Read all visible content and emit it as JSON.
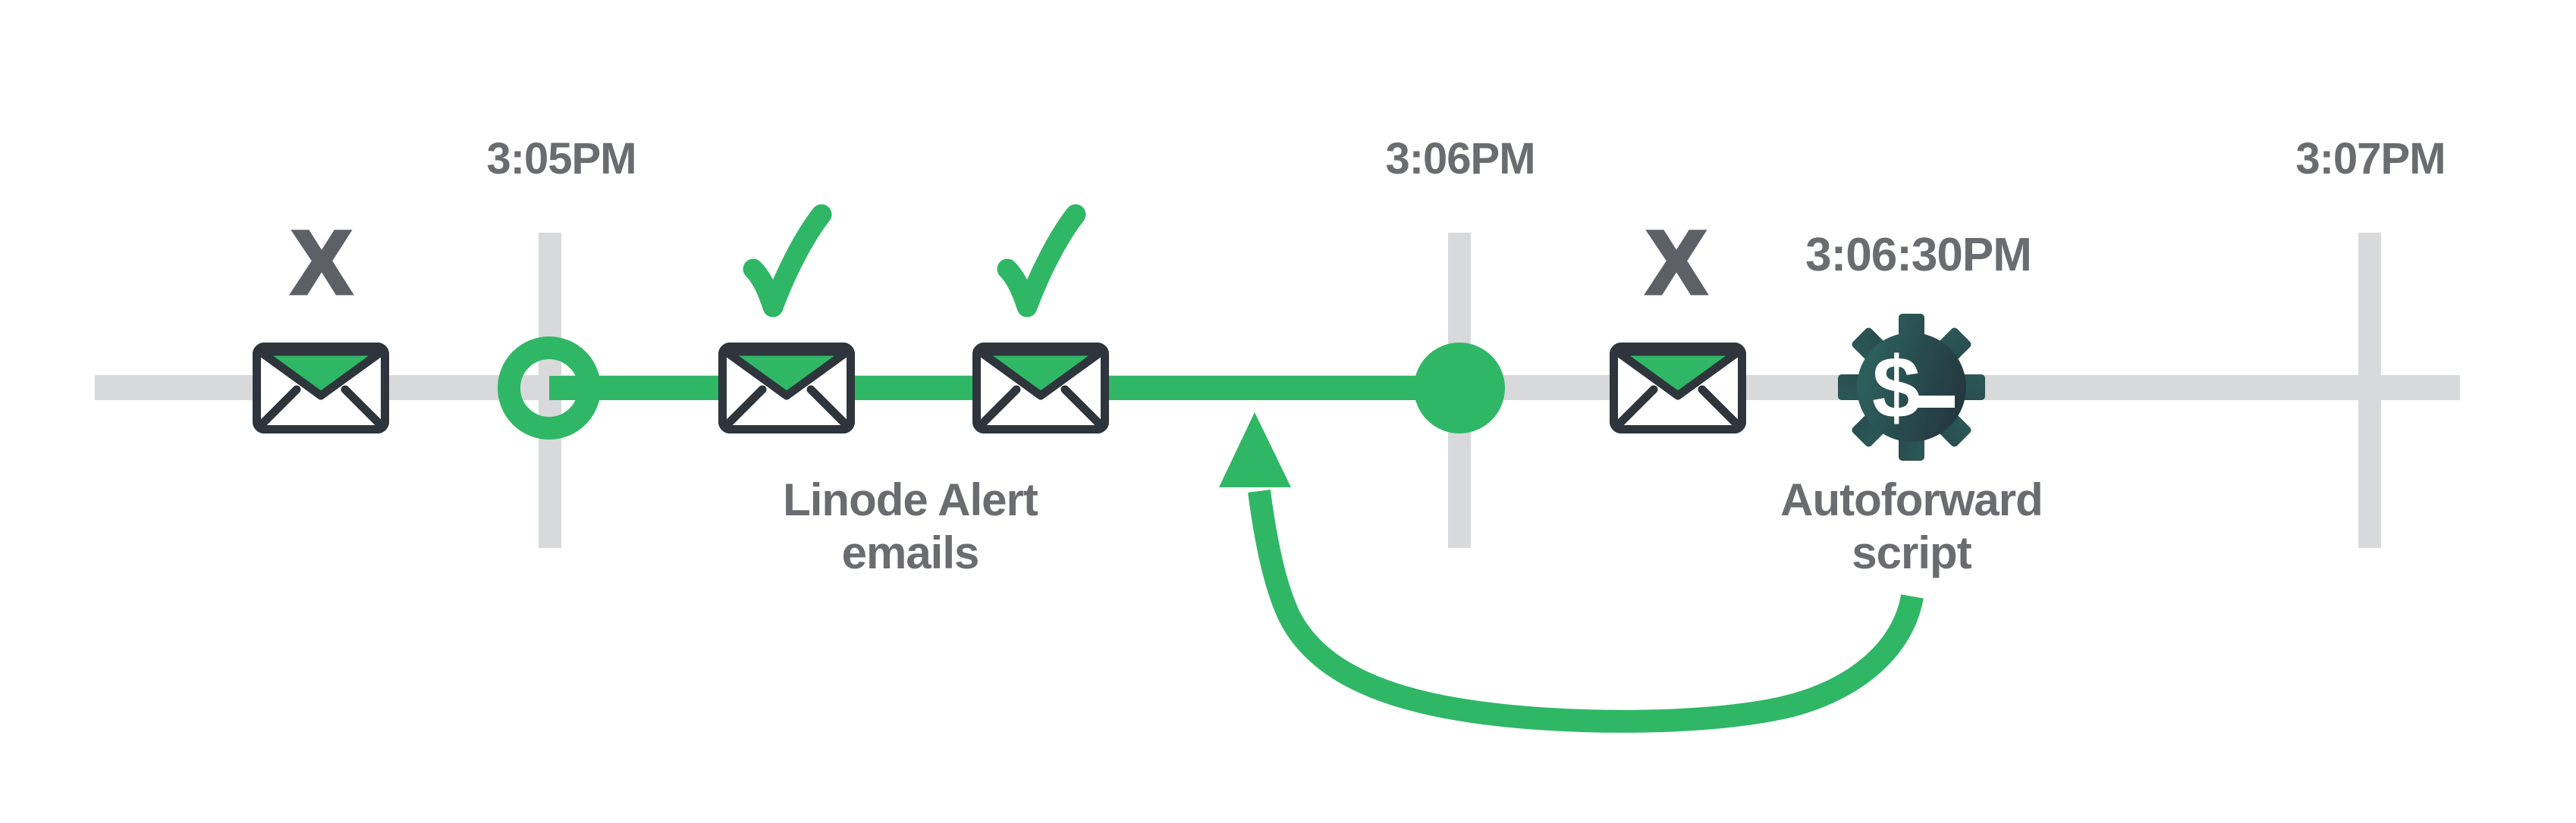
{
  "title": "Linode Alert email autoforward timeline",
  "colors": {
    "background": "#ffffff",
    "accent_green": "#2FB766",
    "track_gray": "#D8D9DA",
    "label_gray": "#6A6C6F",
    "x_marker_gray": "#5C6067",
    "envelope_outline": "#2E353C",
    "gear_gradient_left": "#2F6A63",
    "gear_gradient_right": "#222E38"
  },
  "timeline": {
    "tick_labels": [
      "3:05PM",
      "3:06PM",
      "3:07PM"
    ],
    "sub_event_time": "3:06:30PM"
  },
  "annotations": {
    "emails_line1": "Linode Alert",
    "emails_line2": "emails",
    "script_line1": "Autoforward",
    "script_line2": "script"
  },
  "markers": {
    "failed_glyph": "X",
    "gear_glyph": "$"
  },
  "emails": [
    {
      "position": "before 3:05PM",
      "status": "failed"
    },
    {
      "position": "after 3:05PM",
      "status": "delivered"
    },
    {
      "position": "after 3:05PM",
      "status": "delivered"
    },
    {
      "position": "after 3:06PM",
      "status": "failed"
    }
  ]
}
